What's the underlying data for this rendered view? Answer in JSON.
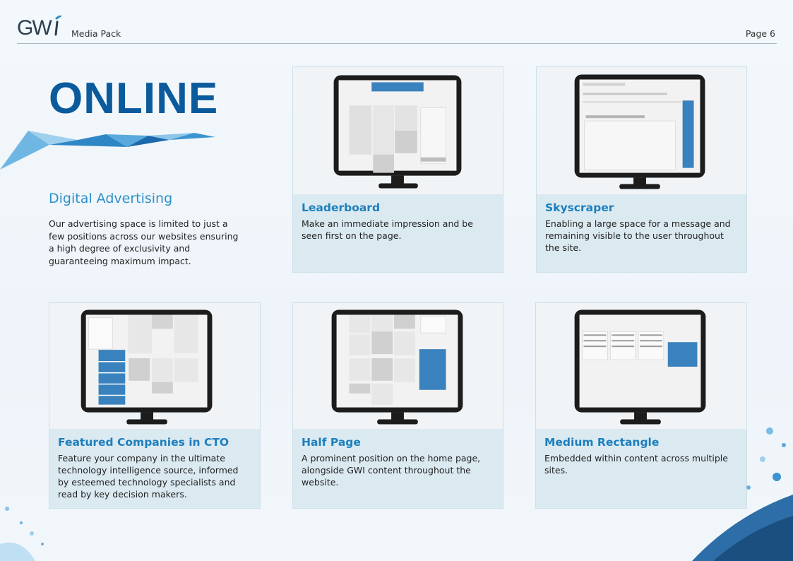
{
  "header": {
    "logo_text": "GWi",
    "section": "Media Pack",
    "page": "Page 6"
  },
  "hero": {
    "title": "ONLINE"
  },
  "intro": {
    "heading": "Digital Advertising",
    "body": "Our advertising space is limited to just a few positions across our websites ensuring a high degree of exclusivity and guaranteeing maximum impact."
  },
  "cards": [
    {
      "title": "Leaderboard",
      "body": "Make an immediate impression and be seen first on the page."
    },
    {
      "title": "Skyscraper",
      "body": "Enabling a large space for a message and remaining visible to the user throughout the site."
    },
    {
      "title": "Featured Companies in CTO",
      "body": "Feature your company in the ultimate technology intelligence source, informed by esteemed technology specialists and read by key decision makers."
    },
    {
      "title": "Half Page",
      "body": "A prominent position on the home page, alongside GWI content throughout the website."
    },
    {
      "title": "Medium Rectangle",
      "body": "Embedded within content across multiple sites."
    }
  ],
  "colors": {
    "brand_blue": "#0a5a9c",
    "accent_blue": "#2d8fc9",
    "ad_blue": "#3a82bd",
    "monitor": "#1c1c1c"
  }
}
